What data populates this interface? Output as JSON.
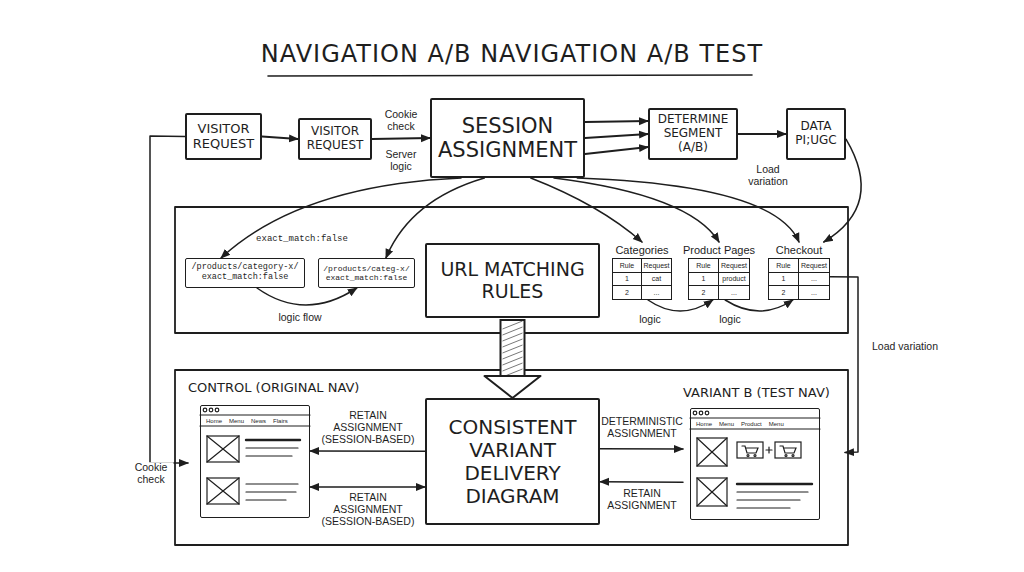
{
  "diagram": {
    "title": "NAVIGATION A/B NAVIGATION A/B TEST",
    "nodes": [
      {
        "text": [
          "VISITOR REQUEST"
        ]
      },
      {
        "text": [
          "VISITOR REQUEST"
        ]
      },
      {
        "text": [
          "SESSION ASSIGNMENT"
        ]
      },
      {
        "text": [
          "DETERMINE SEGMENT (A/B)"
        ]
      },
      {
        "text": [
          "DATA PI;UGC"
        ]
      },
      {
        "text": [
          "/products/category-x/",
          "exact_match:false"
        ]
      },
      {
        "text": [
          "/products/categ-x/",
          "exact_match:false"
        ]
      },
      {
        "text": [
          "URL MATCHING RULES"
        ]
      },
      {
        "text": [
          "Categories",
          "Rule",
          "Request",
          "1",
          "cat",
          "2",
          "..."
        ]
      },
      {
        "text": [
          "Product Pages",
          "Rule",
          "Request",
          "1",
          "product",
          "2",
          "..."
        ]
      },
      {
        "text": [
          "Checkout",
          "Rule",
          "Request",
          "1",
          "...",
          "2",
          "..."
        ]
      },
      {
        "text": [
          "CONTROL (ORIGINAL NAV)",
          "Home",
          "Menu",
          "News",
          "Flairs"
        ]
      },
      {
        "text": [
          "CONSISTENT VARIANT DELIVERY DIAGRAM"
        ]
      },
      {
        "text": [
          "VARIANT B (TEST NAV)",
          "Home",
          "Menu",
          "Product",
          "Menu"
        ]
      }
    ],
    "edges": [
      {
        "from": 0,
        "to": 1,
        "arrow": "to"
      },
      {
        "from": 1,
        "to": 2,
        "arrow": "to",
        "label": "Cookie check"
      },
      {
        "from": 2,
        "to": 3,
        "arrow": "to"
      },
      {
        "from": 2,
        "to": 3,
        "arrow": "to"
      },
      {
        "from": 2,
        "to": 3,
        "arrow": "to"
      },
      {
        "from": 3,
        "to": 4,
        "arrow": "to",
        "label": "Load variation"
      },
      {
        "from": 2,
        "to": 5,
        "arrow": "to"
      },
      {
        "from": 2,
        "to": 6,
        "arrow": "to"
      },
      {
        "from": 2,
        "to": 8,
        "arrow": "to"
      },
      {
        "from": 2,
        "to": 9,
        "arrow": "to"
      },
      {
        "from": 2,
        "to": 10,
        "arrow": "to"
      },
      {
        "from": 5,
        "to": 6,
        "arrow": "to",
        "label": "logic flow"
      },
      {
        "from": 8,
        "to": 9,
        "arrow": "to",
        "label": "logic"
      },
      {
        "from": 9,
        "to": 10,
        "arrow": "to",
        "label": "logic"
      },
      {
        "from": 7,
        "to": 12,
        "arrow": "to"
      },
      {
        "from": 12,
        "to": 11,
        "arrow": "to",
        "label": "RETAIN ASSIGNMENT (SESSION-BASED)"
      },
      {
        "from": 12,
        "to": 11,
        "arrow": "both",
        "label": "RETAIN ASSIGNMENT (SESSION-BASED)"
      },
      {
        "from": 12,
        "to": 13,
        "arrow": "to",
        "label": "DETERMINISTIC ASSIGNMENT"
      },
      {
        "from": 13,
        "to": 12,
        "arrow": "to",
        "label": "RETAIN ASSIGNMENT"
      },
      {
        "from": 4,
        "to": 10,
        "arrow": "to"
      },
      {
        "from": 10,
        "to": 13,
        "arrow": "to",
        "label": "Load variation"
      },
      {
        "from": 0,
        "to": 11,
        "arrow": "to",
        "label": "Cookie check"
      }
    ],
    "labels": [
      "Server logic",
      "exact_match:false"
    ]
  }
}
